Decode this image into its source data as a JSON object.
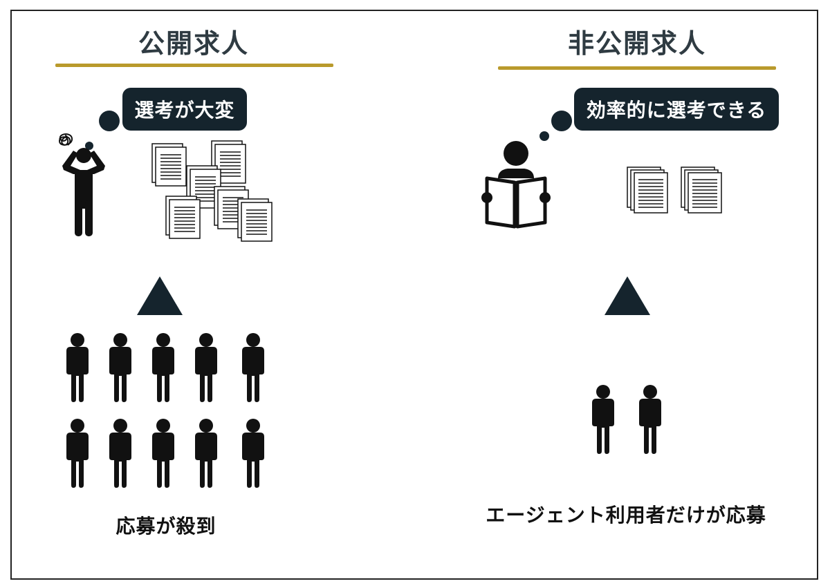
{
  "colors": {
    "accent": "#b99a2c",
    "dark": "#15242d",
    "ink": "#111111"
  },
  "left": {
    "title": "公開求人",
    "bubble": "選考が大変",
    "caption": "応募が殺到",
    "person_icon": "stressed-person-icon",
    "documents_icon": "document-pile-icon",
    "applicant_count": 10
  },
  "right": {
    "title": "非公開求人",
    "bubble": "効率的に選考できる",
    "caption": "エージェント利用者だけが応募",
    "person_icon": "reading-person-icon",
    "documents_icon": "document-stack-icon",
    "applicant_count": 2
  }
}
